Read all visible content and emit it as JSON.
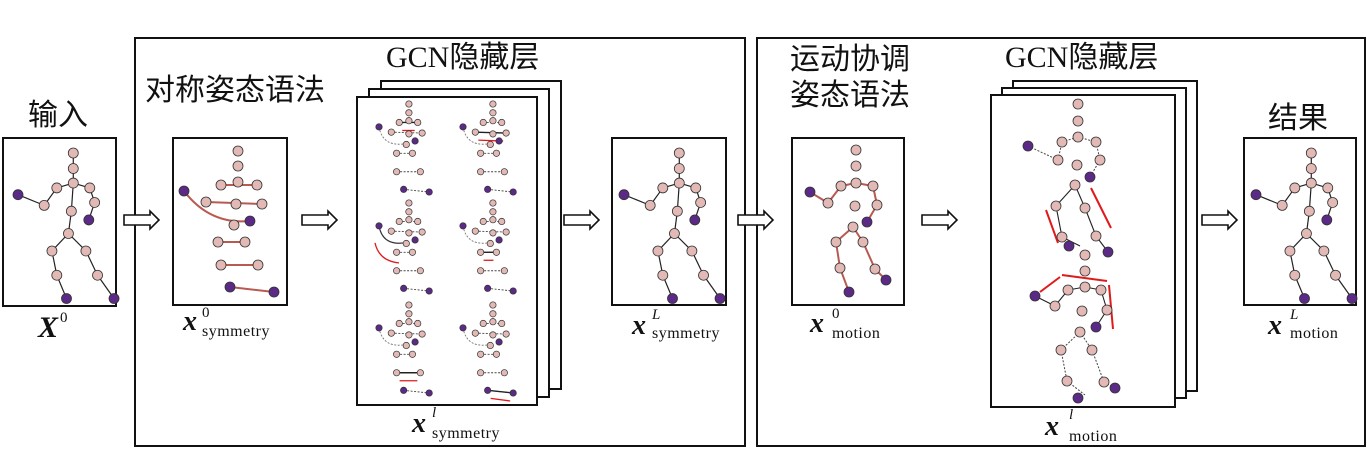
{
  "input": {
    "title": "输入",
    "label_base": "X",
    "label_sup": "0",
    "label_sub": ""
  },
  "symmetry_panel": {
    "grammar_title": "对称姿态语法",
    "gcn_title_prefix": "GCN",
    "gcn_title_suffix": "隐藏层",
    "initial": {
      "label_base": "x",
      "label_sup": "0",
      "label_sub": "symmetry"
    },
    "hidden": {
      "label_base": "x",
      "label_sup": "l",
      "label_sub": "symmetry"
    },
    "final": {
      "label_base": "x",
      "label_sup": "L",
      "label_sub": "symmetry"
    }
  },
  "motion_panel": {
    "grammar_title_line1": "运动协调",
    "grammar_title_line2": "姿态语法",
    "gcn_title_prefix": "GCN",
    "gcn_title_suffix": "隐藏层",
    "initial": {
      "label_base": "x",
      "label_sup": "0",
      "label_sub": "motion"
    },
    "hidden": {
      "label_base": "x",
      "label_sup": "l",
      "label_sub": "motion"
    }
  },
  "output": {
    "title": "结果",
    "label_base": "x",
    "label_sup": "L",
    "label_sub": "motion"
  },
  "colors": {
    "joint_fill": "#e3b9b6",
    "end_joint_fill": "#5b2a86",
    "grammar_edge": "#b85a50",
    "update_arrow": "#e01a1a",
    "bone": "#222222"
  }
}
